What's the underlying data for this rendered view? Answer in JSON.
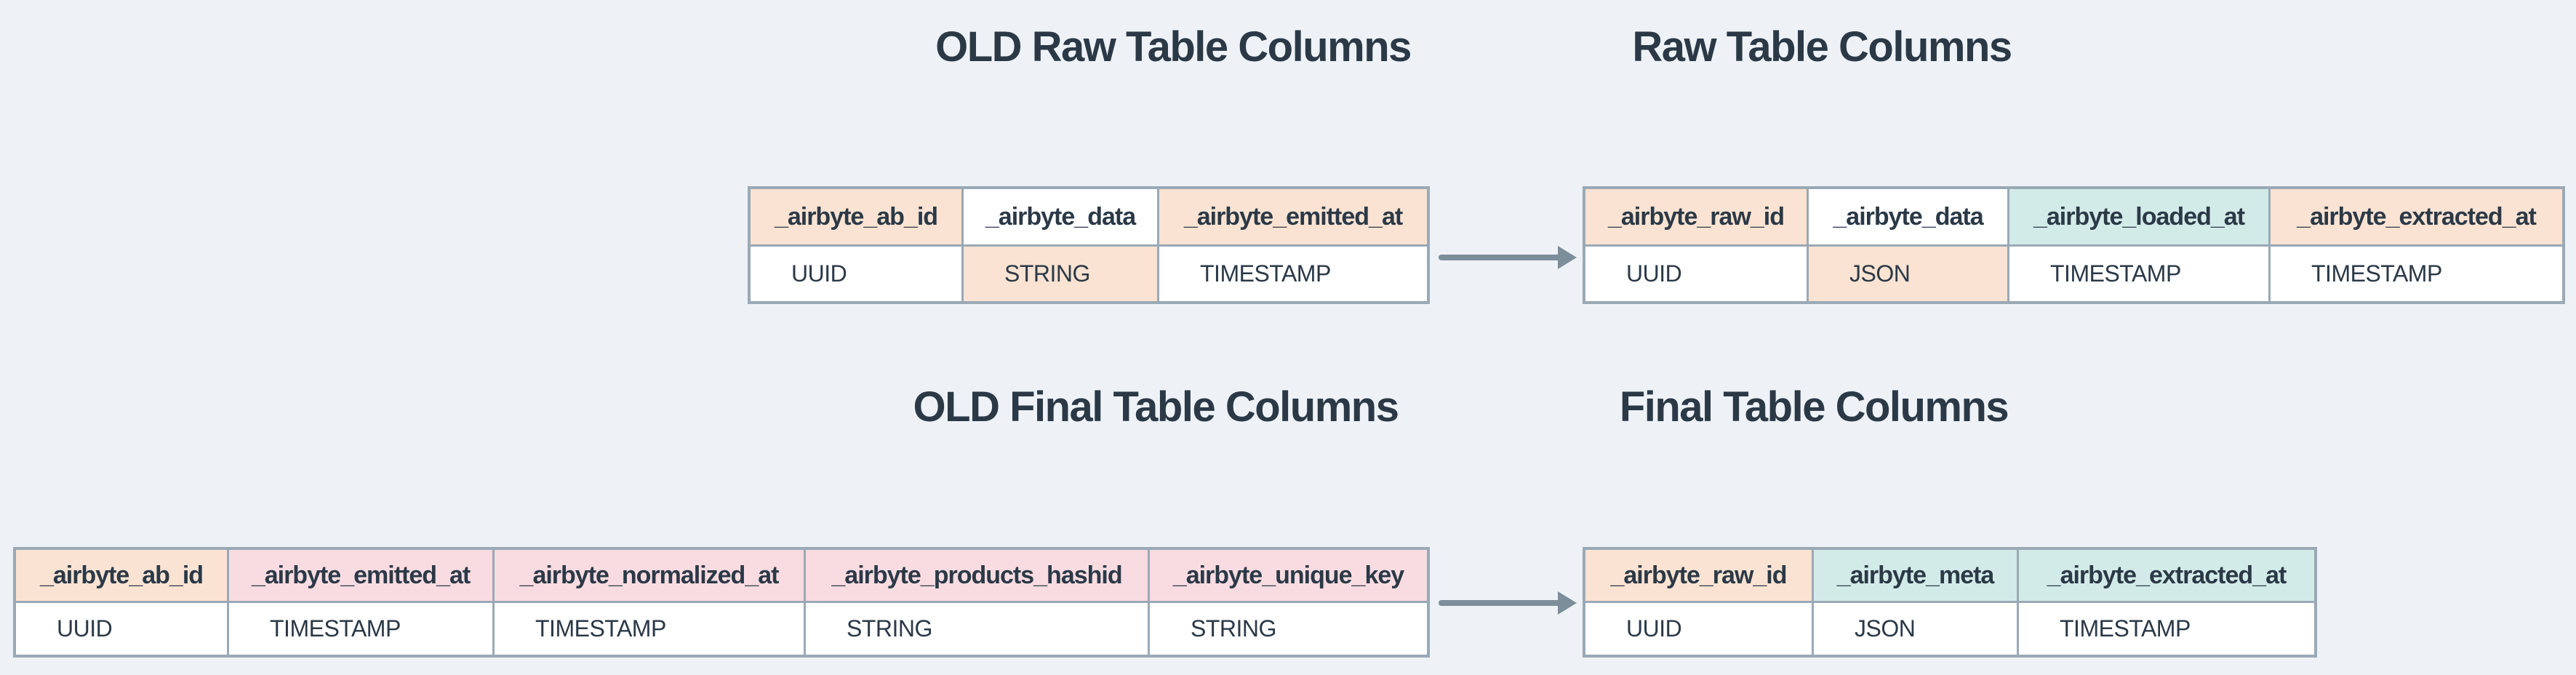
{
  "page": {
    "background_color": "#eef2f6",
    "border_color": "#9aa9b6",
    "arrow_color": "#7d8e9b",
    "text_color": "#2b3947"
  },
  "palette": {
    "peach": "#fae3d2",
    "pink": "#f9dce1",
    "teal": "#d3ebe8",
    "white": "#ffffff"
  },
  "sections": [
    {
      "old_title": "OLD Raw Table Columns",
      "new_title": "Raw Table Columns",
      "old_table": {
        "columns": [
          {
            "name": "_airbyte_ab_id",
            "type": "UUID",
            "header_bg": "#fae3d2",
            "value_bg": "#ffffff"
          },
          {
            "name": "_airbyte_data",
            "type": "STRING",
            "header_bg": "#ffffff",
            "value_bg": "#fae3d2"
          },
          {
            "name": "_airbyte_emitted_at",
            "type": "TIMESTAMP",
            "header_bg": "#fae3d2",
            "value_bg": "#ffffff"
          }
        ]
      },
      "new_table": {
        "columns": [
          {
            "name": "_airbyte_raw_id",
            "type": "UUID",
            "header_bg": "#fae3d2",
            "value_bg": "#ffffff"
          },
          {
            "name": "_airbyte_data",
            "type": "JSON",
            "header_bg": "#ffffff",
            "value_bg": "#fae3d2"
          },
          {
            "name": "_airbyte_loaded_at",
            "type": "TIMESTAMP",
            "header_bg": "#d3ebe8",
            "value_bg": "#ffffff"
          },
          {
            "name": "_airbyte_extracted_at",
            "type": "TIMESTAMP",
            "header_bg": "#fae3d2",
            "value_bg": "#ffffff"
          }
        ]
      }
    },
    {
      "old_title": "OLD Final Table Columns",
      "new_title": "Final Table Columns",
      "old_table": {
        "columns": [
          {
            "name": "_airbyte_ab_id",
            "type": "UUID",
            "header_bg": "#fae3d2",
            "value_bg": "#ffffff"
          },
          {
            "name": "_airbyte_emitted_at",
            "type": "TIMESTAMP",
            "header_bg": "#f9dce1",
            "value_bg": "#ffffff"
          },
          {
            "name": "_airbyte_normalized_at",
            "type": "TIMESTAMP",
            "header_bg": "#f9dce1",
            "value_bg": "#ffffff"
          },
          {
            "name": "_airbyte_products_hashid",
            "type": "STRING",
            "header_bg": "#f9dce1",
            "value_bg": "#ffffff"
          },
          {
            "name": "_airbyte_unique_key",
            "type": "STRING",
            "header_bg": "#f9dce1",
            "value_bg": "#ffffff"
          }
        ]
      },
      "new_table": {
        "columns": [
          {
            "name": "_airbyte_raw_id",
            "type": "UUID",
            "header_bg": "#fae3d2",
            "value_bg": "#ffffff"
          },
          {
            "name": "_airbyte_meta",
            "type": "JSON",
            "header_bg": "#d3ebe8",
            "value_bg": "#ffffff"
          },
          {
            "name": "_airbyte_extracted_at",
            "type": "TIMESTAMP",
            "header_bg": "#d3ebe8",
            "value_bg": "#ffffff"
          }
        ]
      }
    }
  ]
}
